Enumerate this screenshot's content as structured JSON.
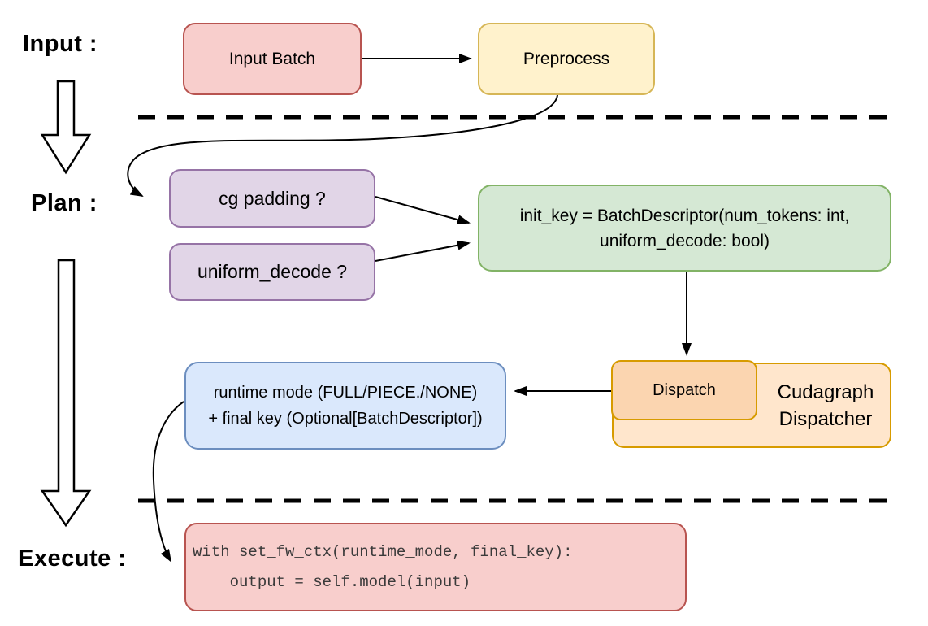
{
  "stages": {
    "input_label": "Input :",
    "plan_label": "Plan :",
    "execute_label": "Execute :"
  },
  "nodes": {
    "input_batch": "Input Batch",
    "preprocess": "Preprocess",
    "cg_padding": "cg padding ?",
    "uniform_decode": "uniform_decode ?",
    "init_key_line1": "init_key = BatchDescriptor(num_tokens: int,",
    "init_key_line2": "uniform_decode: bool)",
    "runtime_line1": "runtime mode (FULL/PIECE./NONE)",
    "runtime_line2": "+ final key (Optional[BatchDescriptor])",
    "dispatch": "Dispatch",
    "dispatcher_line1": "Cudagraph",
    "dispatcher_line2": "Dispatcher",
    "code_line1": "with set_fw_ctx(runtime_mode, final_key):",
    "code_line2": "    output = self.model(input)"
  },
  "colors": {
    "red_fill": "#f8cecc",
    "red_stroke": "#b85450",
    "yellow_fill": "#fff2cc",
    "yellow_stroke": "#d6b656",
    "purple_fill": "#e1d5e7",
    "purple_stroke": "#9673a6",
    "green_fill": "#d5e8d4",
    "green_stroke": "#82b366",
    "blue_fill": "#dae8fc",
    "blue_stroke": "#6c8ebf",
    "orange_fill": "#ffe6cc",
    "orange_inner_fill": "#fbd5b0",
    "orange_stroke": "#d79b00",
    "arrow_color": "#000000",
    "code_text_color": "#3a3a3a"
  }
}
